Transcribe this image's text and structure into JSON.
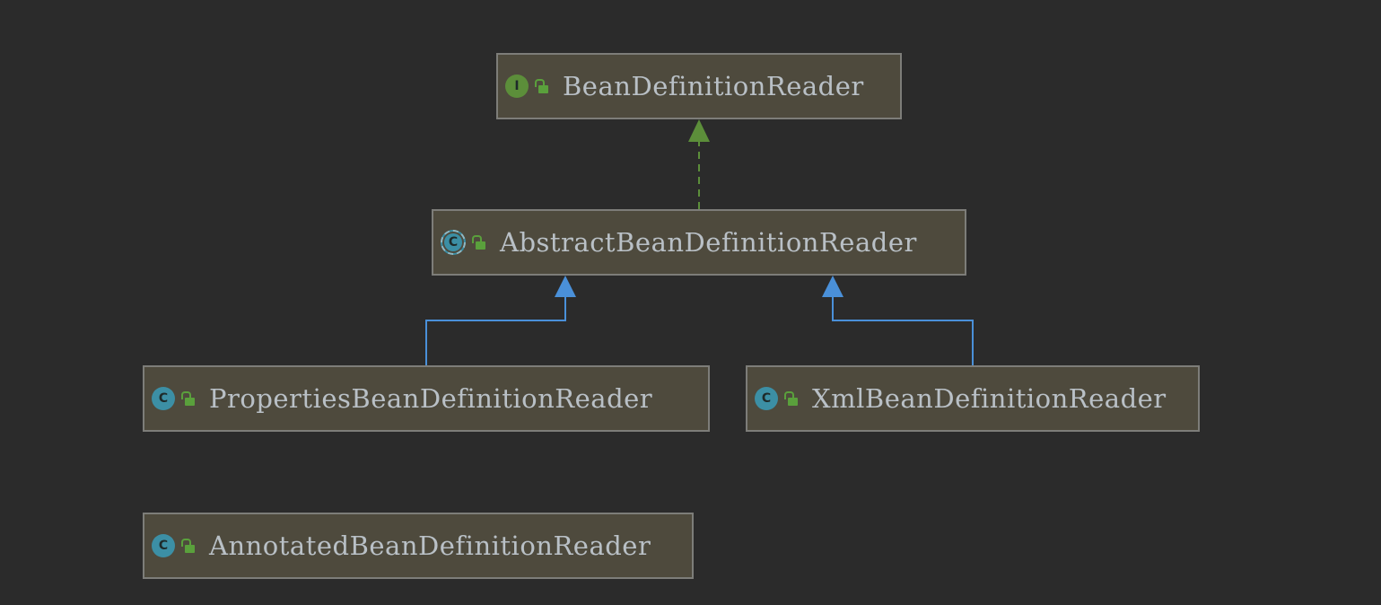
{
  "diagram": {
    "nodes": {
      "bean_definition_reader": {
        "name": "BeanDefinitionReader",
        "kind": "interface",
        "kind_glyph": "I",
        "visibility": "public"
      },
      "abstract_bean_definition_reader": {
        "name": "AbstractBeanDefinitionReader",
        "kind": "abstract-class",
        "kind_glyph": "C",
        "visibility": "public"
      },
      "properties_bean_definition_reader": {
        "name": "PropertiesBeanDefinitionReader",
        "kind": "class",
        "kind_glyph": "C",
        "visibility": "public"
      },
      "xml_bean_definition_reader": {
        "name": "XmlBeanDefinitionReader",
        "kind": "class",
        "kind_glyph": "C",
        "visibility": "public"
      },
      "annotated_bean_definition_reader": {
        "name": "AnnotatedBeanDefinitionReader",
        "kind": "class",
        "kind_glyph": "C",
        "visibility": "public"
      }
    },
    "edges": [
      {
        "from": "AbstractBeanDefinitionReader",
        "to": "BeanDefinitionReader",
        "type": "implements"
      },
      {
        "from": "PropertiesBeanDefinitionReader",
        "to": "AbstractBeanDefinitionReader",
        "type": "extends"
      },
      {
        "from": "XmlBeanDefinitionReader",
        "to": "AbstractBeanDefinitionReader",
        "type": "extends"
      }
    ],
    "colors": {
      "background": "#2b2b2b",
      "node_fill": "#4e4a3d",
      "node_border": "#7d7d79",
      "text": "#b9c0c6",
      "implements_edge": "#5c8e3a",
      "extends_edge": "#4a90d9",
      "interface_badge": "#5c8e3a",
      "class_badge": "#3c8fa5",
      "lock_icon": "#5aa03c"
    },
    "icons": {
      "interface_badge": "interface-badge-icon",
      "class_badge": "class-badge-icon",
      "abstract_badge": "abstract-class-badge-icon",
      "visibility": "public-lock-icon"
    }
  }
}
